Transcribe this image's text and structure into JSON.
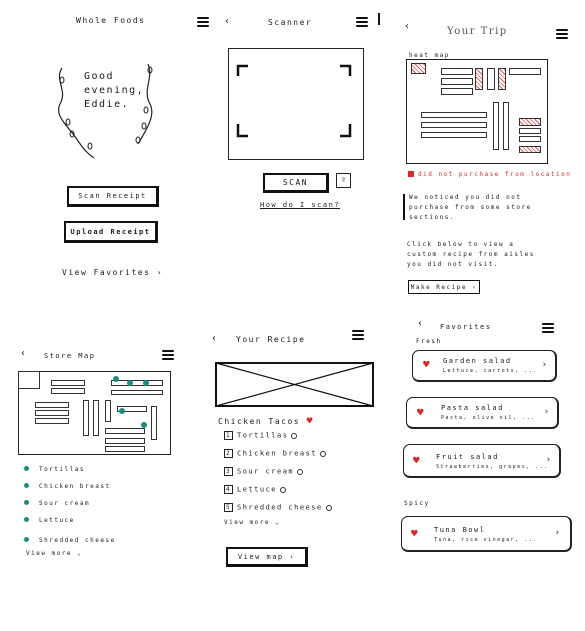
{
  "home": {
    "title": "Whole Foods",
    "greeting_line1": "Good",
    "greeting_line2": "evening,",
    "greeting_line3": "Eddie.",
    "scan_button": "Scan Receipt",
    "upload_button": "Upload Receipt",
    "favorites_link": "View Favorites"
  },
  "scanner": {
    "title": "Scanner",
    "scan_button": "SCAN",
    "help_link": "How do I scan?"
  },
  "trip": {
    "title": "Your Trip",
    "map_label": "heat map",
    "legend_text": "did not purchase from location",
    "notice_text": "We noticed you did not purchase from some store sections.",
    "cta_text": "Click below to view a custom recipe from aisles you did not visit.",
    "make_recipe_button": "Make Recipe"
  },
  "store_map": {
    "title": "Store Map",
    "items": [
      "Tortillas",
      "Chicken breast",
      "Sour cream",
      "Lettuce",
      "Shredded cheese"
    ],
    "view_more": "View more"
  },
  "recipe": {
    "title": "Your Recipe",
    "dish_name": "Chicken Tacos",
    "ingredients": [
      {
        "qty": "1",
        "name": "Tortillas"
      },
      {
        "qty": "2",
        "name": "Chicken breast"
      },
      {
        "qty": "3",
        "name": "Sour cream"
      },
      {
        "qty": "4",
        "name": "Lettuce"
      },
      {
        "qty": "5",
        "name": "Shredded cheese"
      }
    ],
    "view_more": "View more",
    "view_map_button": "View map"
  },
  "favorites": {
    "title": "Favorites",
    "section_fresh": "Fresh",
    "section_spicy": "Spicy",
    "cards": [
      {
        "name": "Garden salad",
        "desc": "Lettuce, carrots, ..."
      },
      {
        "name": "Pasta salad",
        "desc": "Pasta, olive oil, ..."
      },
      {
        "name": "Fruit salad",
        "desc": "Strawberries, grapes, ..."
      },
      {
        "name": "Tuna Bowl",
        "desc": "Tuna, rice vinegar, ..."
      }
    ]
  },
  "colors": {
    "accent_red": "#d42a2a",
    "marker_teal": "#1f8a80",
    "ink": "#111111"
  }
}
